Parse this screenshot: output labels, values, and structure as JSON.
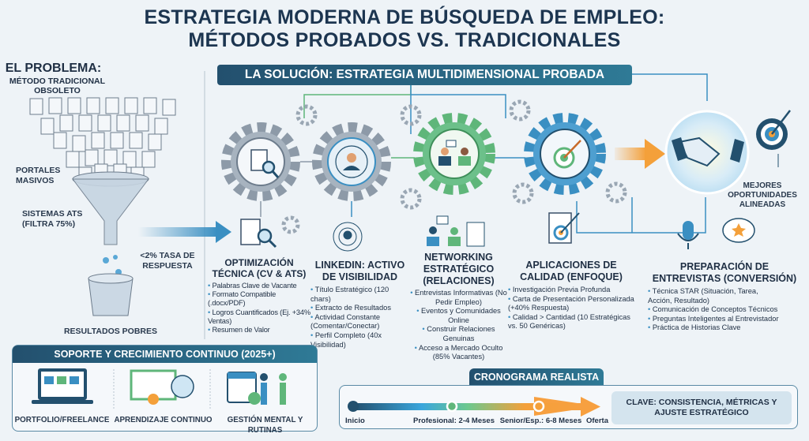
{
  "title": {
    "line1": "ESTRATEGIA MODERNA DE BÚSQUEDA DE EMPLEO:",
    "line2": "MÉTODOS PROBADOS VS. TRADICIONALES"
  },
  "problem": {
    "heading": "EL PROBLEMA:",
    "subheading": "MÉTODO TRADICIONAL OBSOLETO",
    "labels": {
      "portales": "PORTALES MASIVOS",
      "ats": "SISTEMAS ATS (FILTRA 75%)",
      "tasa": "<2% TASA DE RESPUESTA",
      "resultados": "RESULTADOS POBRES"
    }
  },
  "solution": {
    "banner": "LA SOLUCIÓN: ESTRATEGIA MULTIDIMENSIONAL PROBADA",
    "outcome": "MEJORES OPORTUNIDADES ALINEADAS",
    "columns": [
      {
        "title": "OPTIMIZACIÓN TÉCNICA (CV & ATS)",
        "bullets": [
          "Palabras Clave de Vacante",
          "Formato Compatible (.docx/PDF)",
          "Logros Cuantificados (Ej. +34% Ventas)",
          "Resumen de Valor"
        ]
      },
      {
        "title": "LINKEDIN: ACTIVO DE VISIBILIDAD",
        "bullets": [
          "Título Estratégico (120 chars)",
          "Extracto de Resultados",
          "Actividad Constante (Comentar/Conectar)",
          "Perfil Completo (40x Visibilidad)"
        ]
      },
      {
        "title": "NETWORKING ESTRATÉGICO (RELACIONES)",
        "bullets": [
          "Entrevistas Informativas (No Pedir Empleo)",
          "Eventos y Comunidades Online",
          "Construir Relaciones Genuinas",
          "Acceso a Mercado Oculto (85% Vacantes)"
        ]
      },
      {
        "title": "APLICACIONES DE CALIDAD (ENFOQUE)",
        "bullets": [
          "Investigación Previa Profunda",
          "Carta de Presentación Personalizada (+40% Respuesta)",
          "Calidad > Cantidad (10 Estratégicas vs. 50 Genéricas)"
        ]
      },
      {
        "title": "PREPARACIÓN DE ENTREVISTAS (CONVERSIÓN)",
        "bullets": [
          "Técnica STAR (Situación, Tarea, Acción, Resultado)",
          "Comunicación de Conceptos Técnicos",
          "Preguntas Inteligentes al Entrevistador",
          "Práctica de Historias Clave"
        ]
      }
    ]
  },
  "support": {
    "banner": "SOPORTE Y CRECIMIENTO CONTINUO (2025+)",
    "items": [
      "PORTFOLIO/FREELANCE",
      "APRENDIZAJE CONTINUO",
      "GESTIÓN MENTAL Y RUTINAS"
    ]
  },
  "timeline": {
    "banner": "CRONOGRAMA REALISTA",
    "milestones": [
      "Inicio",
      "Profesional: 2-4 Meses",
      "Senior/Esp.: 6-8 Meses",
      "Oferta"
    ],
    "key": "CLAVE: CONSISTENCIA, MÉTRICAS Y AJUSTE ESTRATÉGICO"
  },
  "colors": {
    "navy": "#23506e",
    "teal": "#2f7a96",
    "green": "#5fb67a",
    "blue": "#3a8fc2",
    "orange": "#f4a03a",
    "gray": "#8d9aa8"
  }
}
